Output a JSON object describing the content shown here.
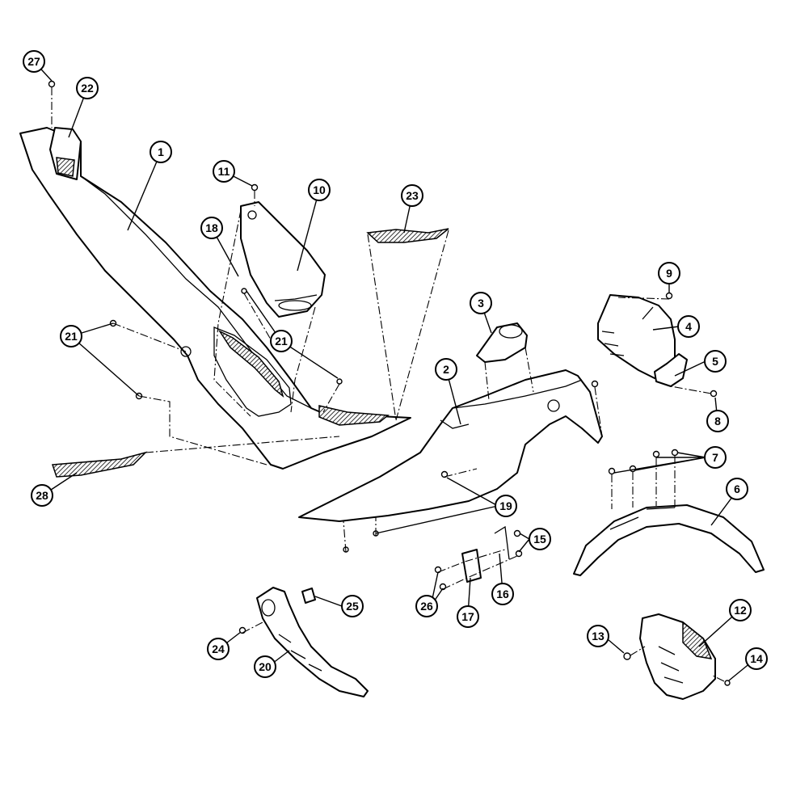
{
  "callouts": [
    {
      "id": "c1",
      "label": "1"
    },
    {
      "id": "c2",
      "label": "2"
    },
    {
      "id": "c3",
      "label": "3"
    },
    {
      "id": "c4",
      "label": "4"
    },
    {
      "id": "c5",
      "label": "5"
    },
    {
      "id": "c6",
      "label": "6"
    },
    {
      "id": "c7",
      "label": "7"
    },
    {
      "id": "c8",
      "label": "8"
    },
    {
      "id": "c9",
      "label": "9"
    },
    {
      "id": "c10",
      "label": "10"
    },
    {
      "id": "c11",
      "label": "11"
    },
    {
      "id": "c12",
      "label": "12"
    },
    {
      "id": "c13",
      "label": "13"
    },
    {
      "id": "c14",
      "label": "14"
    },
    {
      "id": "c15",
      "label": "15"
    },
    {
      "id": "c16",
      "label": "16"
    },
    {
      "id": "c17",
      "label": "17"
    },
    {
      "id": "c18",
      "label": "18"
    },
    {
      "id": "c19",
      "label": "19"
    },
    {
      "id": "c20",
      "label": "20"
    },
    {
      "id": "c21a",
      "label": "21"
    },
    {
      "id": "c21b",
      "label": "21"
    },
    {
      "id": "c22",
      "label": "22"
    },
    {
      "id": "c23",
      "label": "23"
    },
    {
      "id": "c24",
      "label": "24"
    },
    {
      "id": "c25",
      "label": "25"
    },
    {
      "id": "c26",
      "label": "26"
    },
    {
      "id": "c27",
      "label": "27"
    },
    {
      "id": "c28",
      "label": "28"
    }
  ]
}
